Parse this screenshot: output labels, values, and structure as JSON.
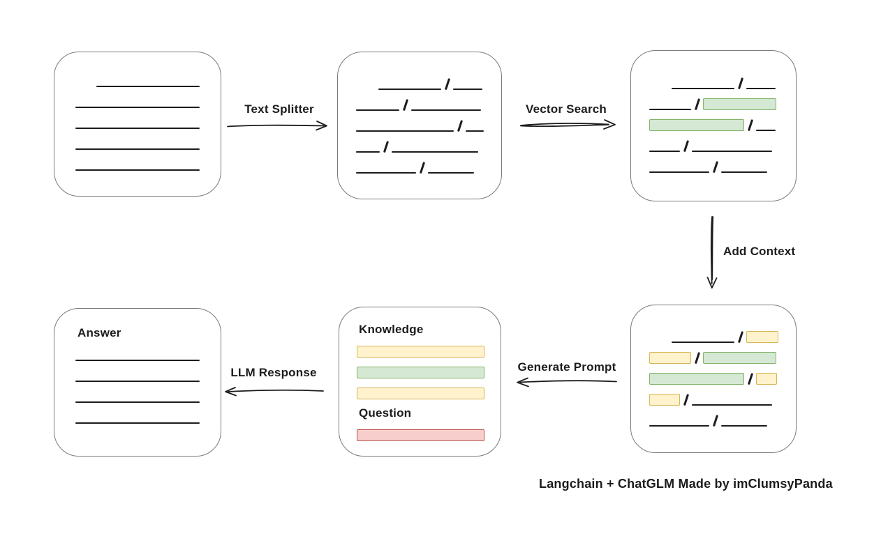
{
  "caption": "Langchain + ChatGLM Made by imClumsyPanda",
  "labels": {
    "text_splitter": "Text Splitter",
    "vector_search": "Vector Search",
    "add_context": "Add Context",
    "generate_prompt": "Generate Prompt",
    "llm_response": "LLM Response"
  },
  "colors": {
    "ink": "#1c1c1c",
    "box_border": "#7a7a7a",
    "green_fill": "#d5e8d4",
    "green_border": "#82b366",
    "yellow_fill": "#fff2cc",
    "yellow_border": "#d6b656",
    "red_fill": "#f8cecc",
    "red_border": "#b85450"
  },
  "boxes": {
    "document": {
      "rows": [
        {
          "segments": [
            {
              "t": "gap",
              "w": 30
            },
            {
              "t": "line",
              "w": 148
            }
          ]
        },
        {
          "segments": [
            {
              "t": "line",
              "w": 178
            }
          ]
        },
        {
          "segments": [
            {
              "t": "line",
              "w": 178
            }
          ]
        },
        {
          "segments": [
            {
              "t": "line",
              "w": 178
            }
          ]
        },
        {
          "segments": [
            {
              "t": "line",
              "w": 178
            }
          ]
        }
      ]
    },
    "chunks": {
      "rows": [
        {
          "segments": [
            {
              "t": "gap",
              "w": 32
            },
            {
              "t": "line",
              "w": 90
            },
            {
              "t": "slash"
            },
            {
              "t": "line",
              "w": 42
            }
          ]
        },
        {
          "segments": [
            {
              "t": "line",
              "w": 62
            },
            {
              "t": "slash"
            },
            {
              "t": "line",
              "w": 100
            }
          ]
        },
        {
          "segments": [
            {
              "t": "line",
              "w": 140
            },
            {
              "t": "slash"
            },
            {
              "t": "line",
              "w": 26
            }
          ]
        },
        {
          "segments": [
            {
              "t": "line",
              "w": 34
            },
            {
              "t": "slash"
            },
            {
              "t": "line",
              "w": 124
            }
          ]
        },
        {
          "segments": [
            {
              "t": "line",
              "w": 86
            },
            {
              "t": "slash"
            },
            {
              "t": "line",
              "w": 66
            }
          ]
        }
      ]
    },
    "vector_results": {
      "rows": [
        {
          "segments": [
            {
              "t": "gap",
              "w": 32
            },
            {
              "t": "line",
              "w": 90
            },
            {
              "t": "slash"
            },
            {
              "t": "line",
              "w": 42
            }
          ]
        },
        {
          "segments": [
            {
              "t": "line",
              "w": 60
            },
            {
              "t": "slash"
            },
            {
              "t": "green",
              "w": 105
            }
          ]
        },
        {
          "segments": [
            {
              "t": "green",
              "w": 136
            },
            {
              "t": "slash"
            },
            {
              "t": "line",
              "w": 28
            }
          ]
        },
        {
          "segments": [
            {
              "t": "line",
              "w": 44
            },
            {
              "t": "slash"
            },
            {
              "t": "line",
              "w": 115
            }
          ]
        },
        {
          "segments": [
            {
              "t": "line",
              "w": 86
            },
            {
              "t": "slash"
            },
            {
              "t": "line",
              "w": 66
            }
          ]
        }
      ]
    },
    "context": {
      "rows": [
        {
          "segments": [
            {
              "t": "gap",
              "w": 32
            },
            {
              "t": "line",
              "w": 90
            },
            {
              "t": "slash"
            },
            {
              "t": "yellow",
              "w": 46
            }
          ]
        },
        {
          "segments": [
            {
              "t": "yellow",
              "w": 60
            },
            {
              "t": "slash"
            },
            {
              "t": "green",
              "w": 105
            }
          ]
        },
        {
          "segments": [
            {
              "t": "green",
              "w": 136
            },
            {
              "t": "slash"
            },
            {
              "t": "yellow",
              "w": 30
            }
          ]
        },
        {
          "segments": [
            {
              "t": "yellow",
              "w": 44
            },
            {
              "t": "slash"
            },
            {
              "t": "line",
              "w": 115
            }
          ]
        },
        {
          "segments": [
            {
              "t": "line",
              "w": 86
            },
            {
              "t": "slash"
            },
            {
              "t": "line",
              "w": 66
            }
          ]
        }
      ]
    },
    "prompt": {
      "rows": [
        {
          "label": "Knowledge"
        },
        {
          "segments": [
            {
              "t": "yellow",
              "w": 183
            }
          ]
        },
        {
          "segments": [
            {
              "t": "green",
              "w": 183
            }
          ]
        },
        {
          "segments": [
            {
              "t": "yellow",
              "w": 183
            }
          ]
        },
        {
          "label": "Question"
        },
        {
          "segments": [
            {
              "t": "red",
              "w": 183
            }
          ]
        }
      ]
    },
    "answer": {
      "rows": [
        {
          "label": "Answer"
        },
        {
          "segments": [
            {
              "t": "line",
              "w": 178
            }
          ]
        },
        {
          "segments": [
            {
              "t": "line",
              "w": 178
            }
          ]
        },
        {
          "segments": [
            {
              "t": "line",
              "w": 178
            }
          ]
        },
        {
          "segments": [
            {
              "t": "line",
              "w": 178
            }
          ]
        }
      ]
    }
  }
}
